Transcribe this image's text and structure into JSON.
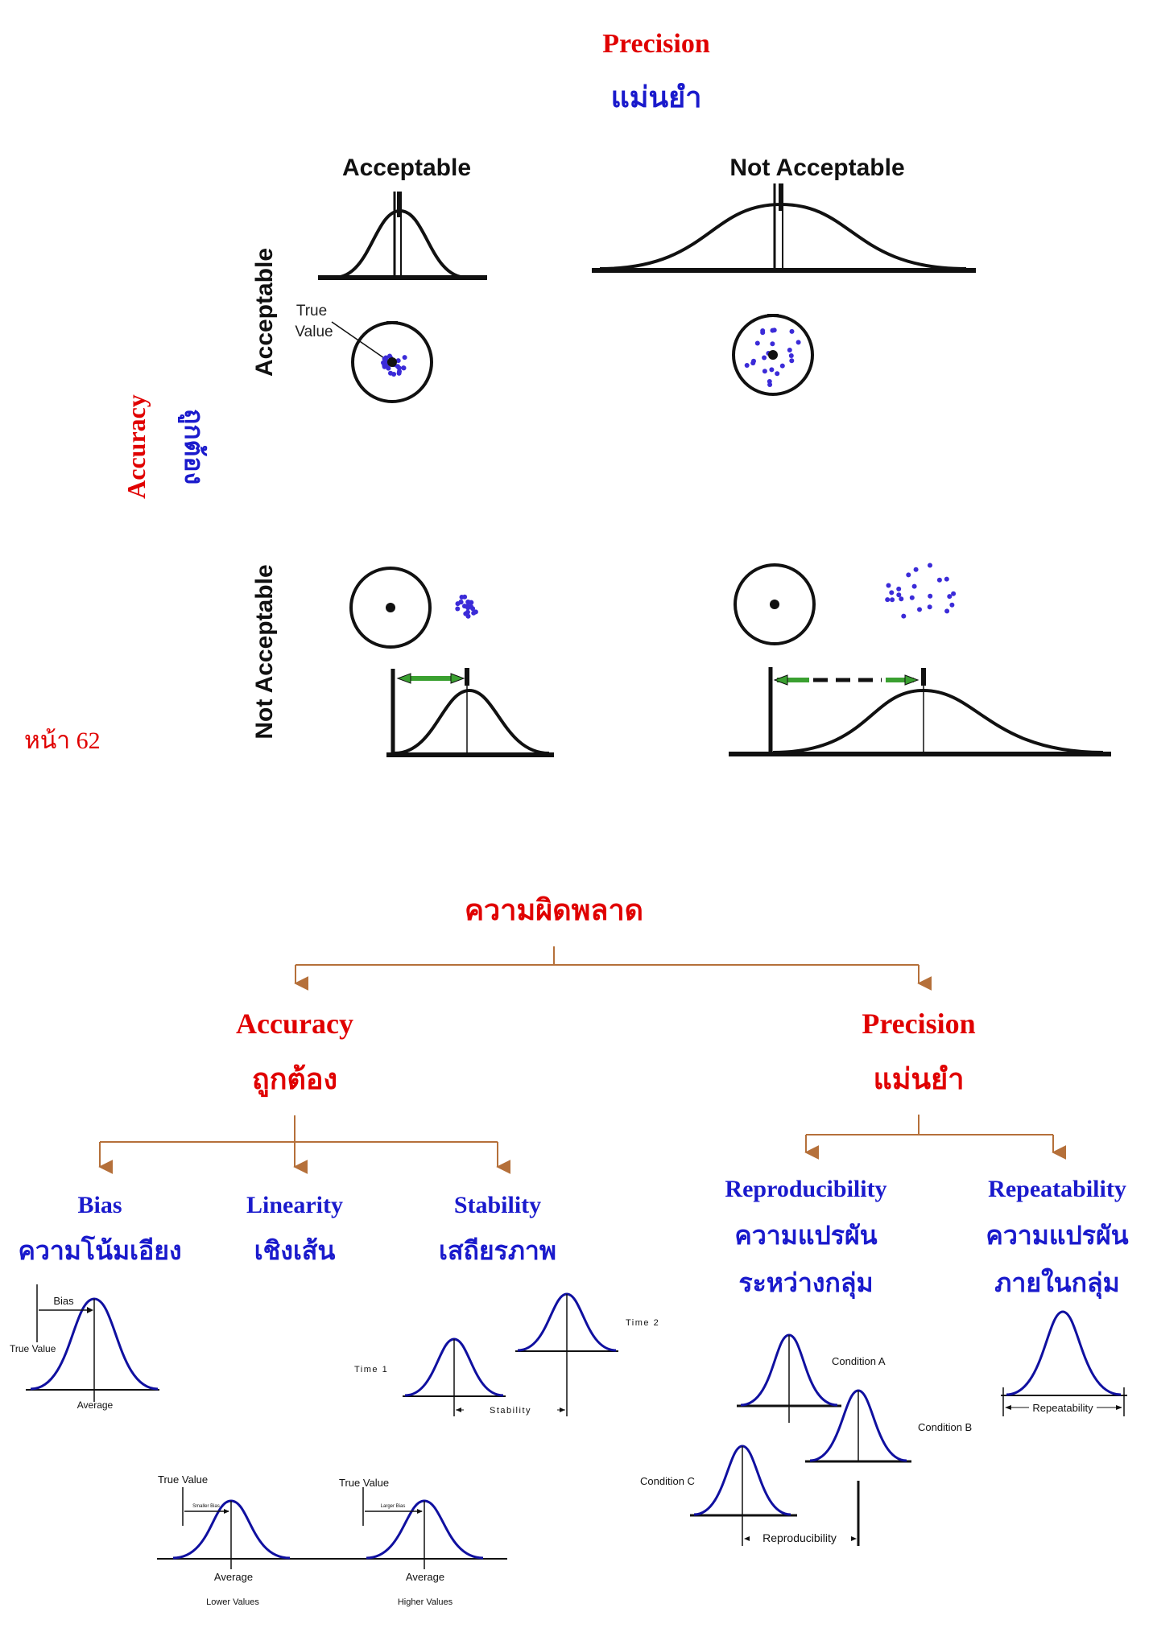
{
  "top": {
    "title": "Precision",
    "title_th": "แม่นยำ",
    "col_acceptable": "Acceptable",
    "col_not_acceptable": "Not Acceptable",
    "row_acceptable": "Acceptable",
    "row_not_acceptable": "Not Acceptable",
    "side_title": "Accuracy",
    "side_title_th": "ถูกต้อง",
    "true_value_line1": "True",
    "true_value_line2": "Value",
    "page_label": "หน้า 62"
  },
  "tree": {
    "root": "ความผิดพลาด",
    "accuracy": "Accuracy",
    "accuracy_th": "ถูกต้อง",
    "precision": "Precision",
    "precision_th": "แม่นยำ",
    "bias": "Bias",
    "bias_th": "ความโน้มเอียง",
    "linearity": "Linearity",
    "linearity_th": "เชิงเส้น",
    "stability": "Stability",
    "stability_th": "เสถียรภาพ",
    "reproducibility": "Reproducibility",
    "reproducibility_th1": "ความแปรผัน",
    "reproducibility_th2": "ระหว่างกลุ่ม",
    "repeatability": "Repeatability",
    "repeatability_th1": "ความแปรผัน",
    "repeatability_th2": "ภายในกลุ่ม"
  },
  "figures": {
    "bias_label": "Bias",
    "true_value": "True Value",
    "average": "Average",
    "time1": "Time 1",
    "time2": "Time 2",
    "stability": "Stability",
    "condition_a": "Condition A",
    "condition_b": "Condition B",
    "condition_c": "Condition C",
    "reproducibility": "Reproducibility",
    "repeatability": "Repeatability",
    "smaller_bias": "Smaller Bias",
    "larger_bias": "Larger Bias",
    "lower_values": "Lower Values",
    "higher_values": "Higher Values"
  },
  "colors": {
    "red": "#e00000",
    "blue": "#1a1acc",
    "brown": "#b5703a",
    "curve_blue": "#1010a0",
    "green": "#3aa030",
    "dot": "#3b2bd8"
  }
}
